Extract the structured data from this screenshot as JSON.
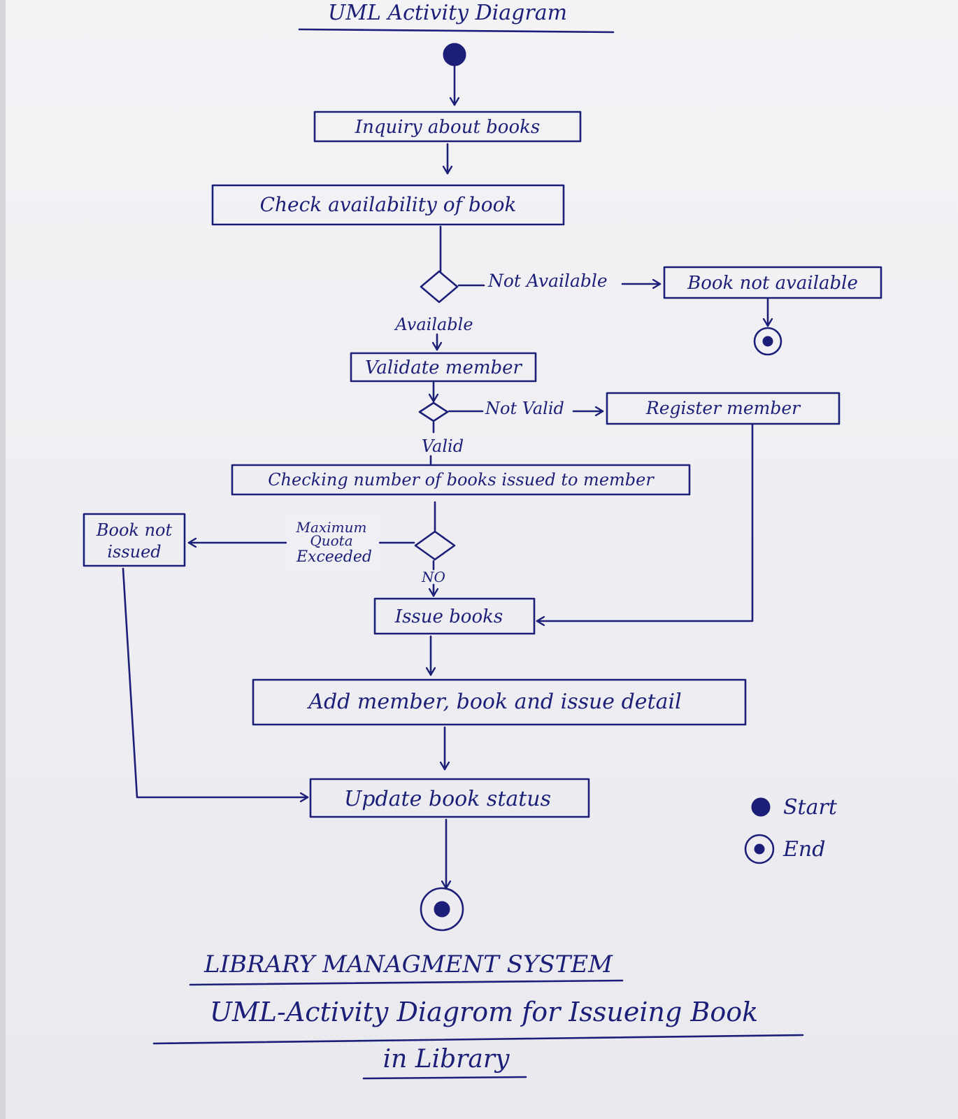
{
  "header": {
    "title": "UML Activity Diagram"
  },
  "activities": {
    "inquiry": "Inquiry about books",
    "check_availability": "Check availability of book",
    "book_not_available": "Book not available",
    "validate_member": "Validate member",
    "register_member": "Register member",
    "checking_number": "Checking number of books issued to member",
    "book_not_issued_line1": "Book not",
    "book_not_issued_line2": "issued",
    "issue_books": "Issue books",
    "add_details": "Add member, book and issue detail",
    "update_status": "Update book status"
  },
  "guards": {
    "not_available": "Not Available",
    "available": "Available",
    "not_valid": "Not Valid",
    "valid": "Valid",
    "quota_line1": "Maximum",
    "quota_line2": "Quota",
    "quota_line3": "Exceeded",
    "no": "NO"
  },
  "legend": {
    "start": "Start",
    "end": "End"
  },
  "footer": {
    "line1": "LIBRARY MANAGMENT SYSTEM",
    "line2": "UML-Activity Diagrom for Issueing Book",
    "line3": "in Library"
  },
  "colors": {
    "ink": "#1c1f78",
    "paper": "#f0f0f4"
  }
}
